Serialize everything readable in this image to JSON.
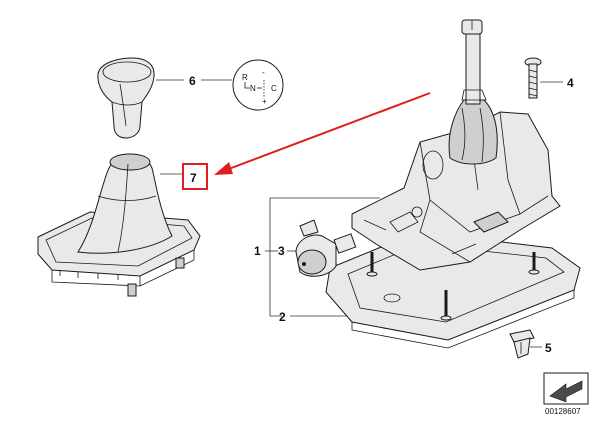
{
  "callouts": {
    "knob": "6",
    "boot": "7",
    "screw": "4",
    "assembly": "1",
    "sensor": "3",
    "gasket": "2",
    "nut": "5"
  },
  "shift_pattern": {
    "reverse": "R",
    "neutral": "N",
    "minus": "-",
    "plus": "+",
    "c": "C"
  },
  "reference_code": "00128607",
  "colors": {
    "highlight": "#e01e1e",
    "outline": "#1a1a1a"
  }
}
